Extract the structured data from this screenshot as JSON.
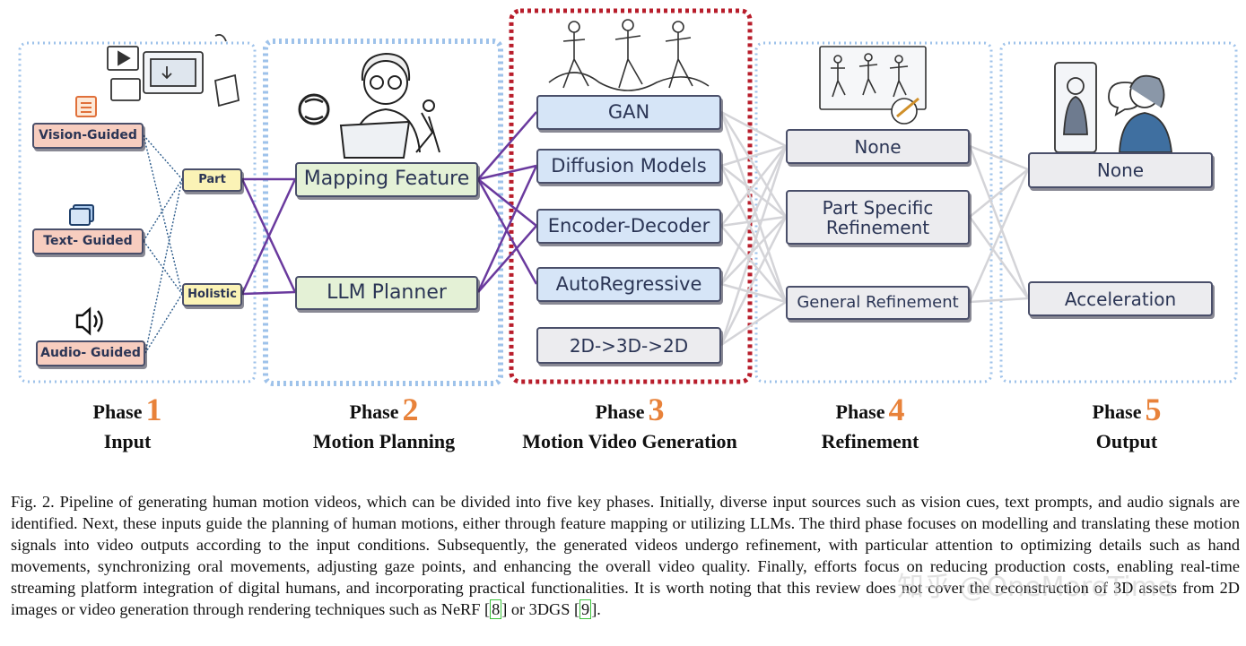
{
  "phases": [
    {
      "word": "Phase",
      "num": "1",
      "name": "Input"
    },
    {
      "word": "Phase",
      "num": "2",
      "name": "Motion Planning"
    },
    {
      "word": "Phase",
      "num": "3",
      "name": "Motion Video Generation"
    },
    {
      "word": "Phase",
      "num": "4",
      "name": "Refinement"
    },
    {
      "word": "Phase",
      "num": "5",
      "name": "Output"
    }
  ],
  "inputs": [
    "Vision-Guided",
    "Text- Guided",
    "Audio- Guided"
  ],
  "scopes": [
    "Part",
    "Holistic"
  ],
  "planning": [
    "Mapping Feature",
    "LLM Planner"
  ],
  "generation": [
    "GAN",
    "Diffusion Models",
    "Encoder-Decoder",
    "AutoRegressive",
    "2D->3D->2D"
  ],
  "refinement": [
    "None",
    "Part Specific Refinement",
    "General Refinement"
  ],
  "output": [
    "None",
    "Acceleration"
  ],
  "colors": {
    "accent_number": "#e8823a",
    "planning_edges": "#6a3a9e",
    "highlight_border": "#b81d2b",
    "phase_border": "#9ec2ea"
  },
  "caption": {
    "text": "Fig. 2.   Pipeline of generating human motion videos, which can be divided into five key phases. Initially, diverse input sources such as vision cues, text prompts, and audio signals are identified. Next, these inputs guide the planning of human motions, either through feature mapping or utilizing LLMs. The third phase focuses on modelling and translating these motion signals into video outputs according to the input conditions. Subsequently, the generated videos undergo refinement, with particular attention to optimizing details such as hand movements, synchronizing oral movements, adjusting gaze points, and enhancing the overall video quality. Finally, efforts focus on reducing production costs, enabling real-time streaming platform integration of digital humans, and incorporating practical functionalities. It is worth noting that this review does not cover the reconstruction of 3D assets from 2D images or video generation through rendering techniques such as NeRF [",
    "ref1": "8",
    "mid": "] or 3DGS [",
    "ref2": "9",
    "end": "]."
  },
  "watermark": "知乎 @OneMoreTime"
}
